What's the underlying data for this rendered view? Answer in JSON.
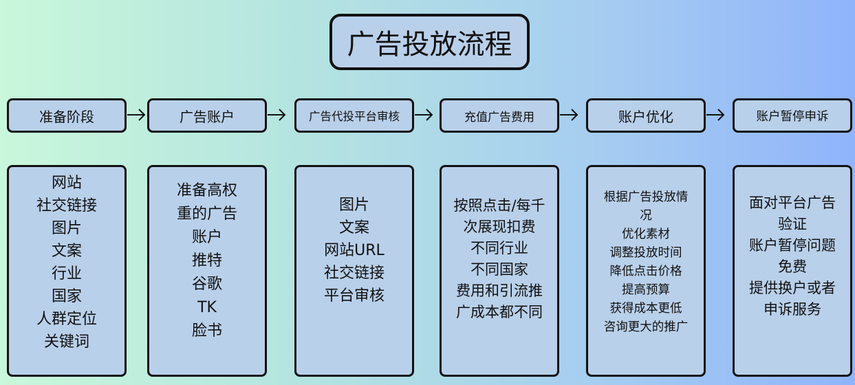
{
  "title": "广告投放流程",
  "columns": [
    {
      "header": "准备阶段",
      "lines": [
        "网站",
        "社交链接",
        "图片",
        "文案",
        "行业",
        "国家",
        "人群定位",
        "关键词"
      ]
    },
    {
      "header": "广告账户",
      "lines": [
        "准备高权",
        "重的广告",
        "账户",
        "推特",
        "谷歌",
        "TK",
        "脸书"
      ]
    },
    {
      "header": "广告代投平台审核",
      "lines": [
        "图片",
        "文案",
        "网站URL",
        "社交链接",
        "平台审核"
      ]
    },
    {
      "header": "充值广告费用",
      "lines": [
        "按照点击/每千",
        "次展现扣费",
        "不同行业",
        "不同国家",
        "费用和引流推",
        "广成本都不同"
      ]
    },
    {
      "header": "账户优化",
      "lines": [
        "根据广告投放情",
        "况",
        "优化素材",
        "调整投放时间",
        "降低点击价格",
        "提高预算",
        "获得成本更低",
        "咨询更大的推广"
      ]
    },
    {
      "header": "账户暂停申诉",
      "lines": [
        "面对平台广告",
        "验证",
        "账户暂停问题",
        "免费",
        "提供换户或者",
        "申诉服务"
      ]
    }
  ]
}
